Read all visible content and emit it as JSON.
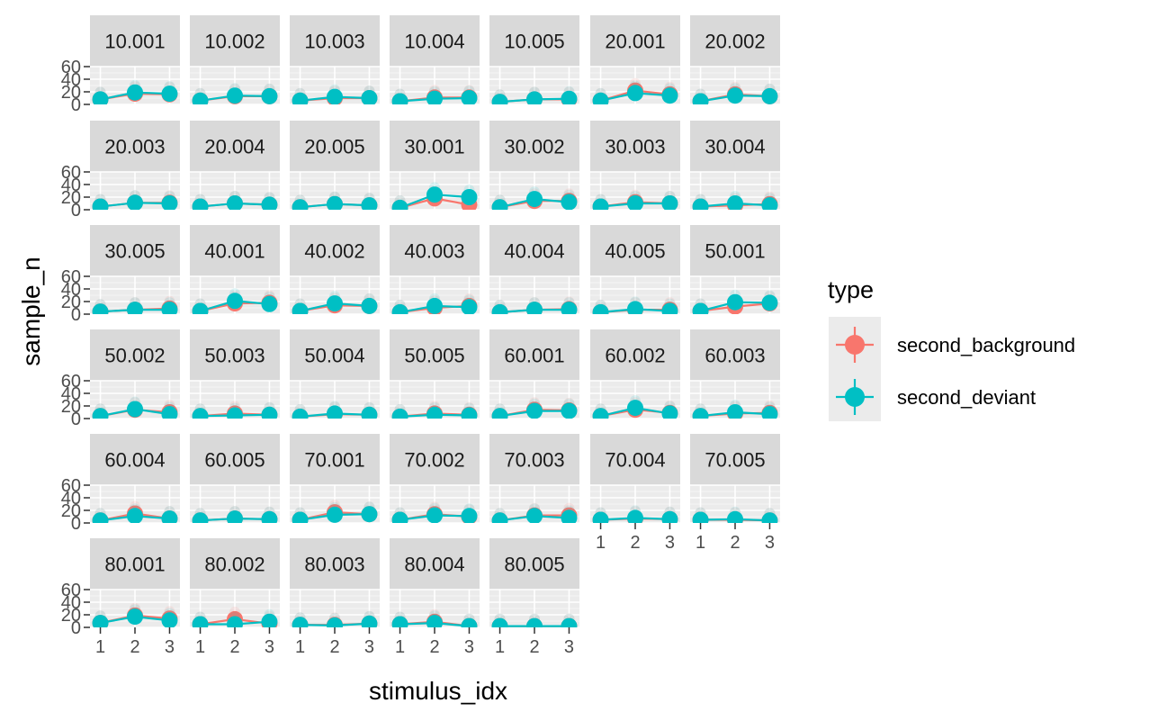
{
  "chart_data": {
    "type": "line",
    "xlabel": "stimulus_idx",
    "ylabel": "sample_n",
    "x": [
      1,
      2,
      3
    ],
    "x_tick_labels": [
      "1",
      "2",
      "3"
    ],
    "y_tick_labels": [
      "0",
      "20",
      "40",
      "60"
    ],
    "ylim": [
      0,
      60
    ],
    "grid": true,
    "legend": {
      "title": "type",
      "placement": "right",
      "entries": [
        {
          "label": "second_background",
          "color": "#F8766D"
        },
        {
          "label": "second_deviant",
          "color": "#00BFC4"
        }
      ]
    },
    "panels": [
      {
        "label": "10.001",
        "second_background": [
          8,
          17,
          16
        ],
        "second_deviant": [
          8,
          19,
          17
        ]
      },
      {
        "label": "10.002",
        "second_background": [
          6,
          13,
          13
        ],
        "second_deviant": [
          6,
          14,
          13
        ]
      },
      {
        "label": "10.003",
        "second_background": [
          6,
          10,
          10
        ],
        "second_deviant": [
          6,
          12,
          10
        ]
      },
      {
        "label": "10.004",
        "second_background": [
          5,
          11,
          11
        ],
        "second_deviant": [
          5,
          9,
          10
        ]
      },
      {
        "label": "10.005",
        "second_background": [
          4,
          8,
          8
        ],
        "second_deviant": [
          4,
          8,
          9
        ]
      },
      {
        "label": "20.001",
        "second_background": [
          6,
          22,
          16
        ],
        "second_deviant": [
          6,
          18,
          14
        ]
      },
      {
        "label": "20.002",
        "second_background": [
          5,
          16,
          13
        ],
        "second_deviant": [
          5,
          14,
          13
        ]
      },
      {
        "label": "20.003",
        "second_background": [
          5,
          11,
          11
        ],
        "second_deviant": [
          5,
          11,
          10
        ]
      },
      {
        "label": "20.004",
        "second_background": [
          5,
          10,
          8
        ],
        "second_deviant": [
          5,
          10,
          8
        ]
      },
      {
        "label": "20.005",
        "second_background": [
          4,
          9,
          7
        ],
        "second_deviant": [
          4,
          9,
          7
        ]
      },
      {
        "label": "30.001",
        "second_background": [
          3,
          18,
          8
        ],
        "second_deviant": [
          3,
          24,
          20
        ]
      },
      {
        "label": "30.002",
        "second_background": [
          4,
          14,
          14
        ],
        "second_deviant": [
          4,
          17,
          12
        ]
      },
      {
        "label": "30.003",
        "second_background": [
          5,
          12,
          10
        ],
        "second_deviant": [
          5,
          10,
          10
        ]
      },
      {
        "label": "30.004",
        "second_background": [
          5,
          7,
          9
        ],
        "second_deviant": [
          5,
          10,
          7
        ]
      },
      {
        "label": "30.005",
        "second_background": [
          4,
          7,
          9
        ],
        "second_deviant": [
          4,
          7,
          7
        ]
      },
      {
        "label": "40.001",
        "second_background": [
          5,
          17,
          18
        ],
        "second_deviant": [
          5,
          21,
          16
        ]
      },
      {
        "label": "40.002",
        "second_background": [
          5,
          14,
          13
        ],
        "second_deviant": [
          5,
          17,
          13
        ]
      },
      {
        "label": "40.003",
        "second_background": [
          3,
          10,
          13
        ],
        "second_deviant": [
          3,
          13,
          11
        ]
      },
      {
        "label": "40.004",
        "second_background": [
          3,
          7,
          8
        ],
        "second_deviant": [
          3,
          7,
          7
        ]
      },
      {
        "label": "40.005",
        "second_background": [
          3,
          7,
          7
        ],
        "second_deviant": [
          3,
          8,
          5
        ]
      },
      {
        "label": "50.001",
        "second_background": [
          5,
          12,
          17
        ],
        "second_deviant": [
          5,
          19,
          18
        ]
      },
      {
        "label": "50.002",
        "second_background": [
          4,
          14,
          10
        ],
        "second_deviant": [
          4,
          15,
          7
        ]
      },
      {
        "label": "50.003",
        "second_background": [
          4,
          8,
          6
        ],
        "second_deviant": [
          4,
          5,
          6
        ]
      },
      {
        "label": "50.004",
        "second_background": [
          3,
          7,
          6
        ],
        "second_deviant": [
          3,
          8,
          6
        ]
      },
      {
        "label": "50.005",
        "second_background": [
          3,
          8,
          6
        ],
        "second_deviant": [
          3,
          6,
          5
        ]
      },
      {
        "label": "60.001",
        "second_background": [
          4,
          14,
          13
        ],
        "second_deviant": [
          4,
          12,
          12
        ]
      },
      {
        "label": "60.002",
        "second_background": [
          4,
          14,
          9
        ],
        "second_deviant": [
          4,
          17,
          8
        ]
      },
      {
        "label": "60.003",
        "second_background": [
          4,
          8,
          9
        ],
        "second_deviant": [
          4,
          10,
          7
        ]
      },
      {
        "label": "60.004",
        "second_background": [
          4,
          15,
          7
        ],
        "second_deviant": [
          4,
          11,
          7
        ]
      },
      {
        "label": "60.005",
        "second_background": [
          4,
          7,
          6
        ],
        "second_deviant": [
          4,
          7,
          6
        ]
      },
      {
        "label": "70.001",
        "second_background": [
          5,
          17,
          14
        ],
        "second_deviant": [
          5,
          13,
          14
        ]
      },
      {
        "label": "70.002",
        "second_background": [
          5,
          14,
          10
        ],
        "second_deviant": [
          5,
          12,
          11
        ]
      },
      {
        "label": "70.003",
        "second_background": [
          4,
          12,
          12
        ],
        "second_deviant": [
          4,
          11,
          8
        ]
      },
      {
        "label": "70.004",
        "second_background": [
          5,
          7,
          6
        ],
        "second_deviant": [
          5,
          8,
          6
        ]
      },
      {
        "label": "70.005",
        "second_background": [
          5,
          5,
          4
        ],
        "second_deviant": [
          5,
          6,
          4
        ]
      },
      {
        "label": "80.001",
        "second_background": [
          7,
          19,
          14
        ],
        "second_deviant": [
          7,
          17,
          11
        ]
      },
      {
        "label": "80.002",
        "second_background": [
          5,
          13,
          6
        ],
        "second_deviant": [
          5,
          5,
          9
        ]
      },
      {
        "label": "80.003",
        "second_background": [
          4,
          4,
          6
        ],
        "second_deviant": [
          4,
          3,
          6
        ]
      },
      {
        "label": "80.004",
        "second_background": [
          5,
          9,
          2
        ],
        "second_deviant": [
          5,
          7,
          2
        ]
      },
      {
        "label": "80.005",
        "second_background": [
          2,
          2,
          2
        ],
        "second_deviant": [
          2,
          2,
          2
        ]
      }
    ]
  }
}
